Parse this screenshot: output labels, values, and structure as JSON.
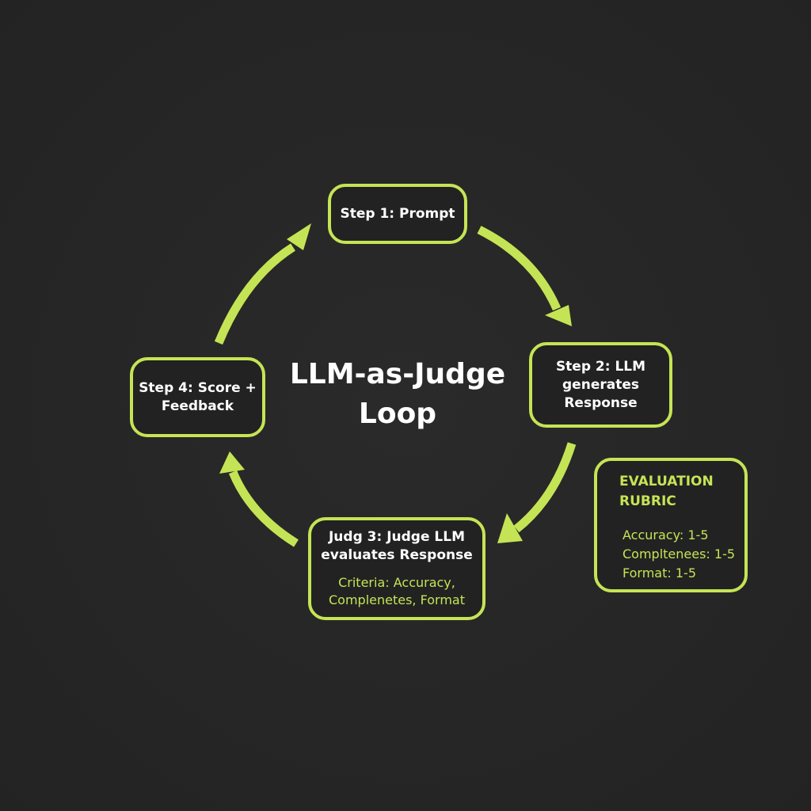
{
  "title": "LLM-as-Judge\nLoop",
  "steps": [
    {
      "label": "Step 1: Prompt"
    },
    {
      "label": "Step 2: LLM\ngenerates\nResponse"
    },
    {
      "label": "Judg 3: Judge LLM\nevaluates Response",
      "sub": "Criteria: Accuracy,\nComplenetes, Format"
    },
    {
      "label": "Step 4: Score +\nFeedback"
    }
  ],
  "rubric": {
    "heading": "EVALUATION\nRUBRIC",
    "items": [
      "Accuracy: 1-5",
      "Compltenees: 1-5",
      "Format: 1-5"
    ]
  },
  "colors": {
    "background": "#262626",
    "accent": "#c5e455",
    "text": "#ffffff"
  }
}
